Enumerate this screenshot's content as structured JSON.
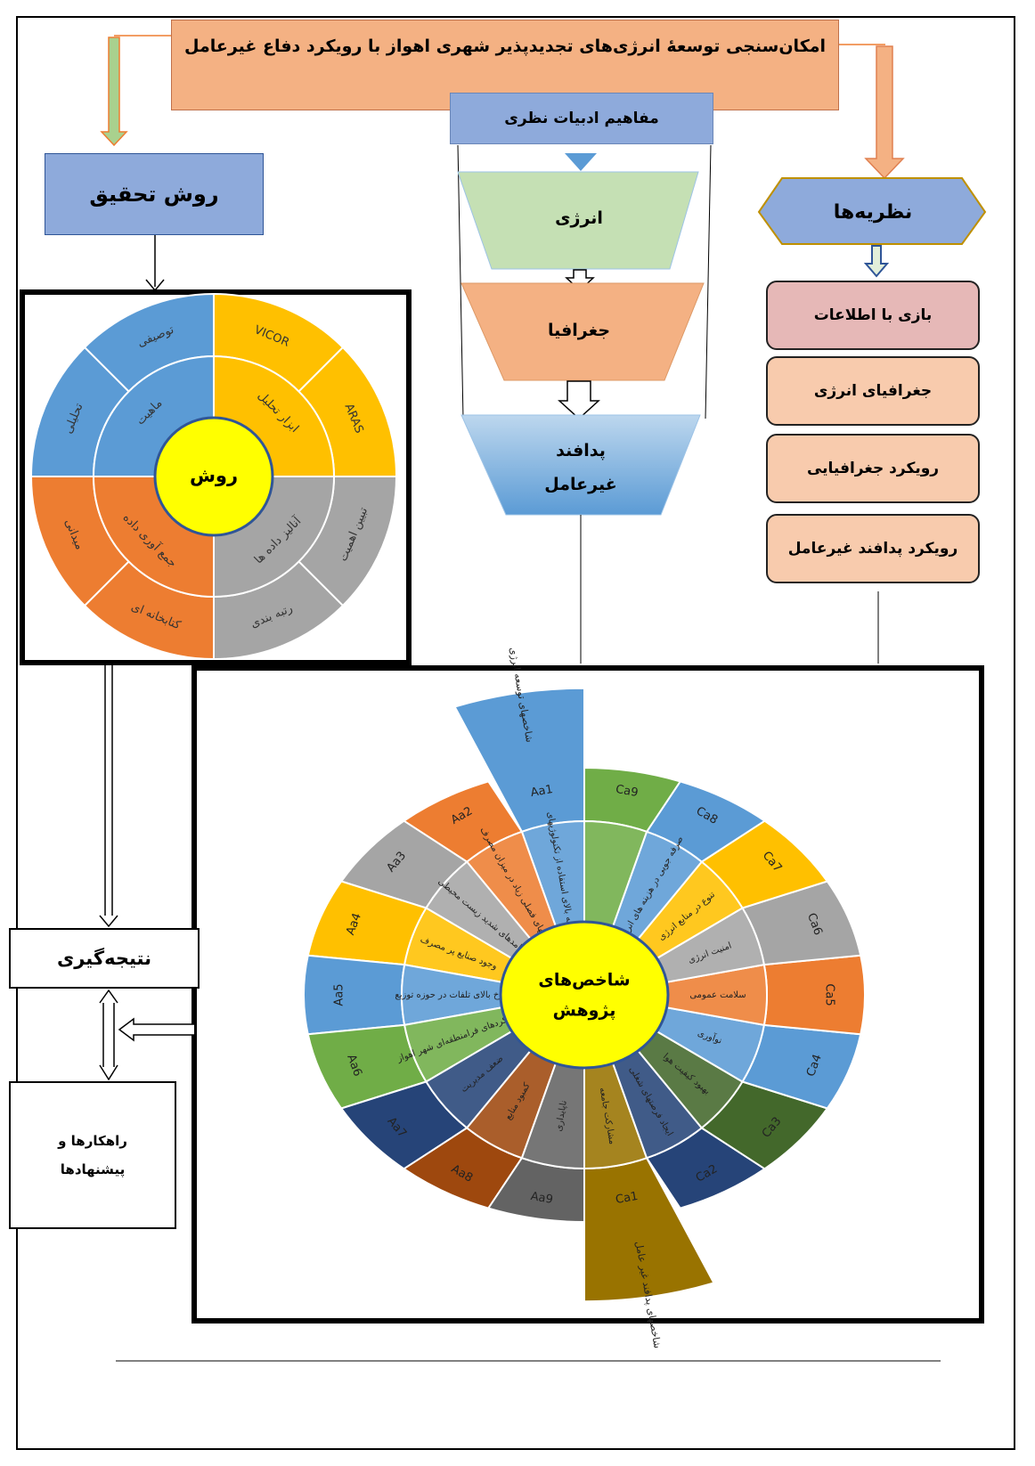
{
  "title": "امکان‌سنجی توسعۀ انرژی‌های تجدیدپذیر شهری اهواز با رویکرد دفاع غیرعامل",
  "concepts": {
    "header": "مفاهیم ادبیات نظری",
    "levels": [
      "انرژی",
      "جغرافیا",
      "پدافند غیرعامل"
    ]
  },
  "method": {
    "header": "روش تحقیق",
    "center": "روش",
    "inner_ring": [
      "ماهیت",
      "ابزار تحلیل",
      "آنالیز داده ها",
      "جمع آوری داده"
    ],
    "outer_ring": [
      "توصیفی",
      "VICOR",
      "ARAS",
      "تبیین اهمیت",
      "رتبه بندی",
      "کتابخانه ای",
      "میدانی",
      "تحلیلی"
    ]
  },
  "theories": {
    "header": "نظریه‌ها",
    "items": [
      "بازی با اطلاعات",
      "جغرافیای انرژی",
      "رویکرد جغرافیایی",
      "رویکرد پدافند غیرعامل"
    ]
  },
  "indicators": {
    "center_line1": "شاخص‌های",
    "center_line2": "پژوهش",
    "group_a": "شاخصهای توسعه انرژی",
    "group_c": "شاخصهای پدافند غیر عامل",
    "codes": [
      "Aa1",
      "Aa2",
      "Aa3",
      "Aa4",
      "Aa5",
      "Aa6",
      "Aa7",
      "Aa8",
      "Aa9",
      "Ca1",
      "Ca2",
      "Ca3",
      "Ca4",
      "Ca5",
      "Ca6",
      "Ca7",
      "Ca8",
      "Ca9"
    ],
    "inner_labels": [
      "هزینه بالای استفاده از تکنولوژیهای",
      "نوسانهای فصلی زیاد در میزان مصرف",
      "پیامدهای شدید زیست محیطی",
      "وجود صنایع پر مصرف",
      "نرخ بالای تلفات در حوزه توزیع",
      "عملکردهای فرامنطقه‌ای شهر اهواز",
      "ضعف مدیریت",
      "کمبود منابع",
      "ناپایداری",
      "مشارکت جامعه",
      "ایجاد فرصتهای شغلی",
      "بهبود کیفیت هوا",
      "نوآوری",
      "سلامت عمومی",
      "امنیت انرژی",
      "تنوع در منابع انرژی",
      "صرفه جویی در هزینه های انرژی",
      ""
    ]
  },
  "conclusion": "نتیجه‌گیری",
  "recommendations": [
    "راهکارها و",
    "پیشنهادها"
  ],
  "colors": {
    "blue": "#5b9bd5",
    "orange": "#ed7d31",
    "gray": "#a5a5a5",
    "yellow": "#ffc000",
    "green": "#70ad47",
    "dark_blue": "#264478",
    "dark_orange": "#9e480e",
    "dark_gray": "#636363",
    "olive": "#997300",
    "dark_green": "#43682b",
    "title_fill": "#f4b183",
    "header_blue": "#8eaadb",
    "center_yellow": "#ffff00"
  }
}
